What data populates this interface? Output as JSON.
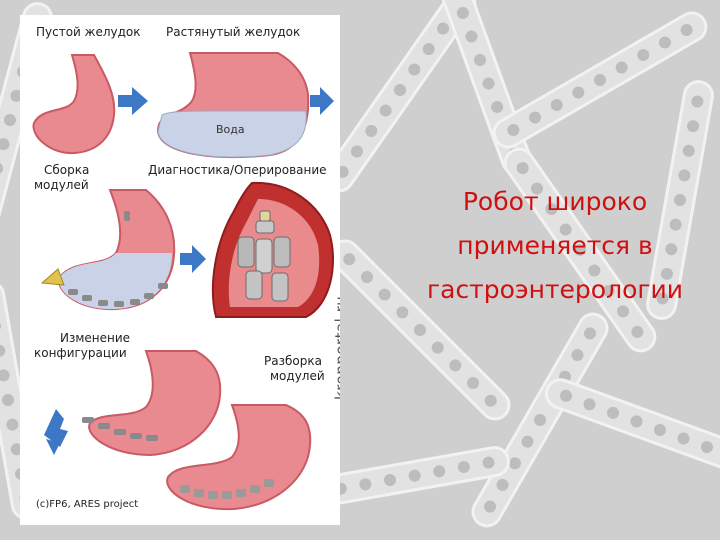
{
  "slide": {
    "headline_lines": [
      "Робот широко",
      "применяется в",
      "гастроэнтерологии"
    ]
  },
  "figure": {
    "labels": {
      "empty_stomach": "Пустой желудок",
      "stretched_stomach": "Растянутый желудок",
      "water": "Вода",
      "assembly_line1": "Сборка",
      "assembly_line2": "модулей",
      "diagnostics": "Диагностика/Оперирование",
      "reconfig_line1": "Изменение",
      "reconfig_line2": "конфигурации",
      "disassembly_line1": "Разборка",
      "disassembly_line2": "модулей"
    },
    "watermark": "kronportal.ru",
    "credit": "(c)FP6, ARES project"
  },
  "colors": {
    "stomach_fill": "#e88a8f",
    "stomach_stroke": "#c95a63",
    "water_fill": "#c9d2e6",
    "arrow_fill": "#3d78c6",
    "headline": "#d01010",
    "background": "#cfcfcf"
  }
}
